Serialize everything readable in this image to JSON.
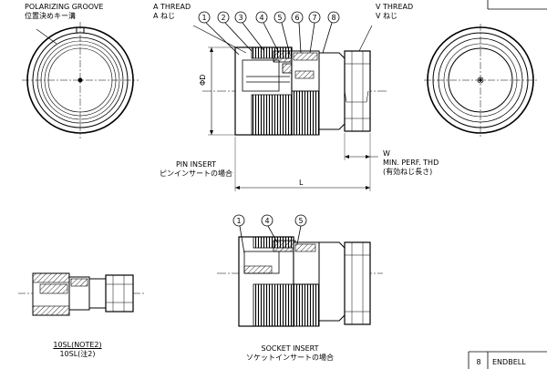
{
  "labels": {
    "polarizing_groove_en": "POLARIZING GROOVE",
    "polarizing_groove_jp": "位置決めキー溝",
    "a_thread_en": "A THREAD",
    "a_thread_jp": "A ねじ",
    "v_thread_en": "V THREAD",
    "v_thread_jp": "V ねじ",
    "diameter": "ΦD",
    "pin_insert_en": "PIN INSERT",
    "pin_insert_jp": "ピンインサートの場合",
    "w_label": "W",
    "min_perf_thd": "MIN. PERF. THD",
    "min_perf_thd_jp": "(有効ねじ長さ)",
    "length": "L",
    "socket_insert_en": "SOCKET INSERT",
    "socket_insert_jp": "ソケットインサートの場合",
    "note_en": "10SL(NOTE2)",
    "note_jp": "10SL(注2)"
  },
  "callouts_top": [
    "1",
    "2",
    "3",
    "4",
    "5",
    "6",
    "7",
    "8"
  ],
  "callouts_bottom": [
    "1",
    "4",
    "5"
  ],
  "parts_table": {
    "number": "8",
    "name": "ENDBELL"
  }
}
